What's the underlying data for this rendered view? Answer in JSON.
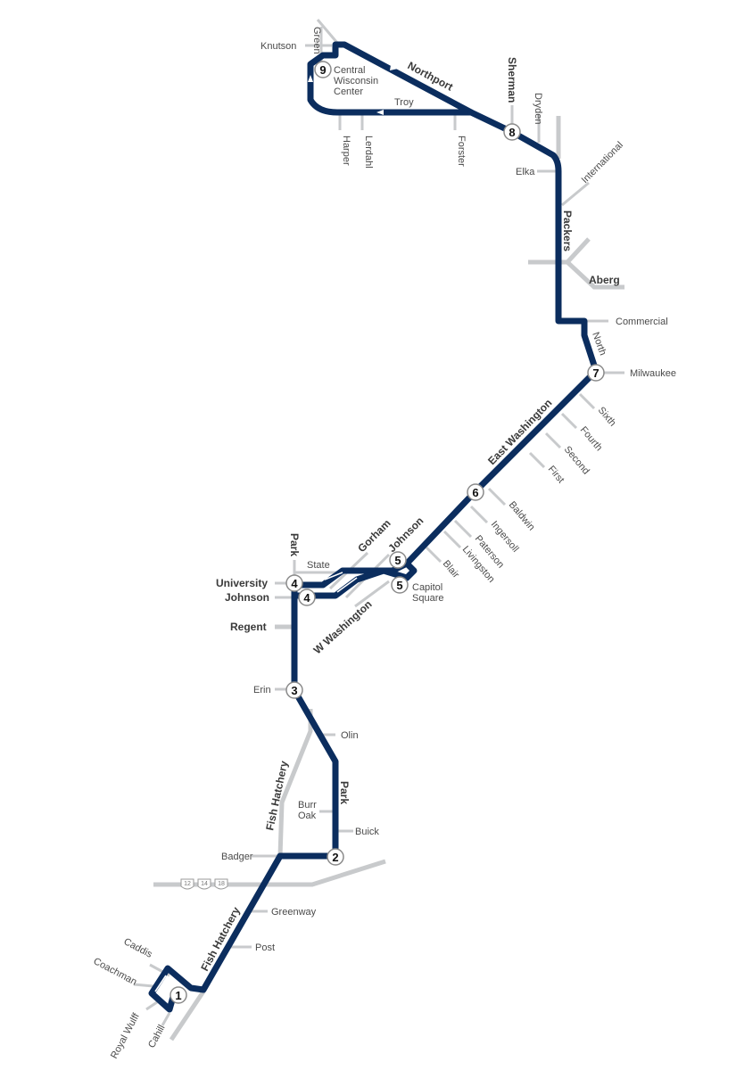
{
  "colors": {
    "route": "#0b2d5e",
    "street": "#c8cacc",
    "label": "#4a4a4a"
  },
  "streets": {
    "green": "Green",
    "knutson": "Knutson",
    "troy": "Troy",
    "harper": "Harper",
    "lerdahl": "Lerdahl",
    "forster": "Forster",
    "northport": "Northport",
    "sherman": "Sherman",
    "dryden": "Dryden",
    "elka": "Elka",
    "international": "International",
    "packers": "Packers",
    "aberg": "Aberg",
    "commercial": "Commercial",
    "north": "North",
    "milwaukee": "Milwaukee",
    "sixth": "Sixth",
    "fourth": "Fourth",
    "second": "Second",
    "first": "First",
    "east_washington": "East Washington",
    "baldwin": "Baldwin",
    "ingersoll": "Ingersoll",
    "paterson": "Paterson",
    "livingston": "Livingston",
    "blair": "Blair",
    "gorham": "Gorham",
    "johnson_ne": "Johnson",
    "park_top": "Park",
    "state": "State",
    "university": "University",
    "johnson_w": "Johnson",
    "w_washington": "W Washington",
    "regent": "Regent",
    "erin": "Erin",
    "olin": "Olin",
    "fish_hatchery_n": "Fish Hatchery",
    "park_s": "Park",
    "burr": "Burr",
    "oak": "Oak",
    "buick": "Buick",
    "badger": "Badger",
    "greenway": "Greenway",
    "fish_hatchery_s": "Fish Hatchery",
    "post": "Post",
    "caddis": "Caddis",
    "coachman": "Coachman",
    "royal_wulff": "Royal Wulff",
    "cahill": "Cahill"
  },
  "stops": {
    "s1": "1",
    "s2": "2",
    "s3": "3",
    "s4a": "4",
    "s4b": "4",
    "s5a": "5",
    "s5b": "5",
    "s6": "6",
    "s7": "7",
    "s8": "8",
    "s9": "9"
  },
  "landmarks": {
    "central_wisconsin_1": "Central",
    "central_wisconsin_2": "Wisconsin",
    "central_wisconsin_3": "Center",
    "capitol_1": "Capitol",
    "capitol_2": "Square"
  },
  "highway_shields": [
    "12",
    "14",
    "18"
  ]
}
